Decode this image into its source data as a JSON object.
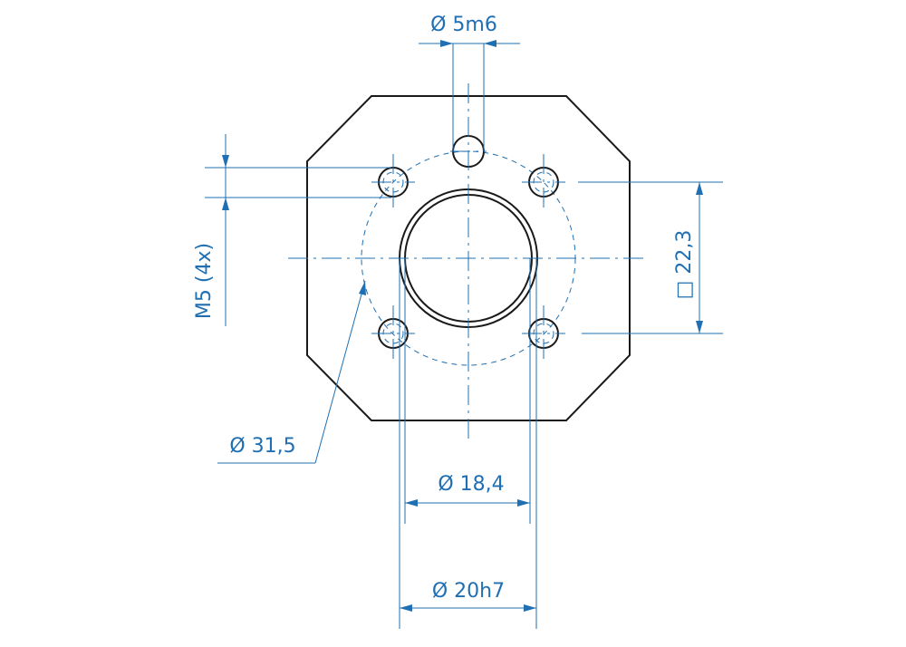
{
  "colors": {
    "dimension": "#1f6fb2",
    "outline": "#1a1a1a",
    "background": "#ffffff"
  },
  "labels": {
    "shaft_diameter": "Ø 5m6",
    "thread": "M5 (4x)",
    "square_size": "□ 22,3",
    "bolt_circle": "Ø 31,5",
    "bore_diameter": "Ø 18,4",
    "pilot_diameter": "Ø 20h7"
  }
}
